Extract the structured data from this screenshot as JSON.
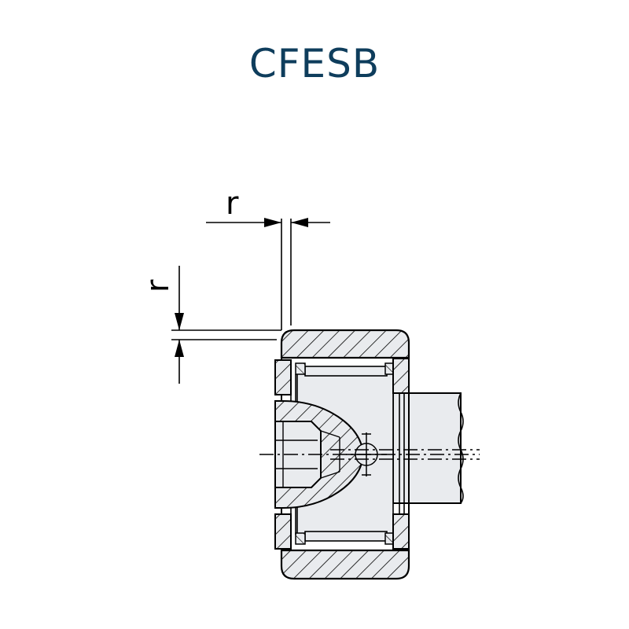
{
  "title": "CFESB",
  "dimensions": {
    "r_horizontal": "r",
    "r_vertical": "r"
  },
  "colors": {
    "title": "#0e3d5c",
    "fill": "#e9ebee",
    "stroke": "#000000"
  }
}
